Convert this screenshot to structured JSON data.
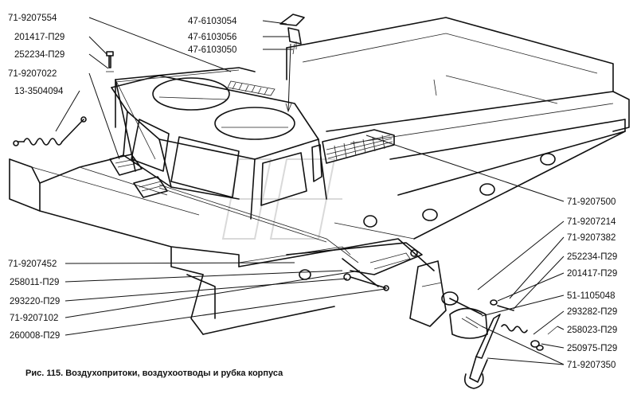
{
  "caption": "Рис. 115. Воздухопритоки, воздухоотводы и рубка корпуса",
  "left_labels": [
    "71-9207554",
    "201417-П29",
    "252234-П29",
    "71-9207022",
    "13-3504094"
  ],
  "top_labels": [
    "47-6103054",
    "47-6103056",
    "47-6103050"
  ],
  "bottom_left_labels": [
    "71-9207452",
    "258011-П29",
    "293220-П29",
    "71-9207102",
    "260008-П29"
  ],
  "right_labels": [
    "71-9207500",
    "71-9207214",
    "71-9207382",
    "252234-П29",
    "201417-П29",
    "51-1105048",
    "293282-П29",
    "258023-П29",
    "250975-П29",
    "71-9207350"
  ]
}
